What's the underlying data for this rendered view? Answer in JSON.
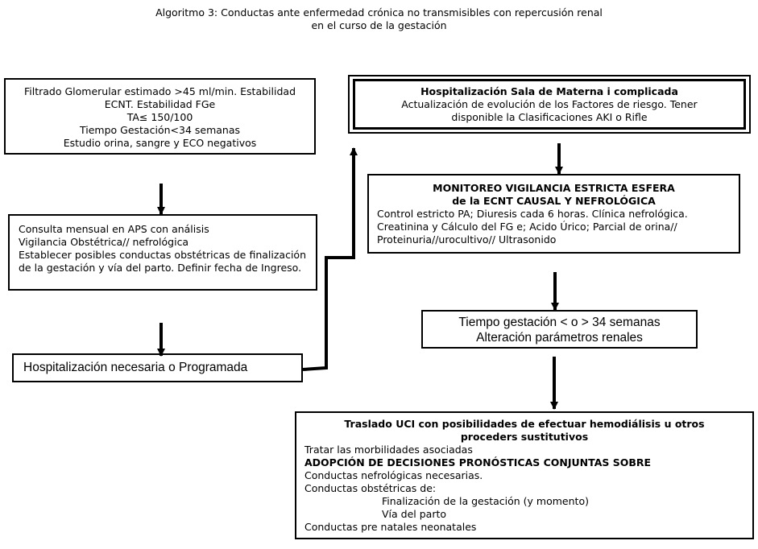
{
  "title": {
    "line1": "Algoritmo 3: Conductas  ante enfermedad crónica no transmisibles con repercusión renal",
    "line2": "en el curso de la gestación"
  },
  "box_criteria": {
    "lines": [
      "Filtrado Glomerular estimado >45 ml/min. Estabilidad",
      "ECNT. Estabilidad FGe",
      "TA≤ 150/100",
      "Tiempo Gestación<34 semanas",
      "Estudio orina, sangre y ECO negativos"
    ]
  },
  "box_consulta": {
    "line1": "Consulta mensual en APS con análisis",
    "line2": "Vigilancia Obstétrica// nefrológica",
    "paragraph": "Establecer posibles conductas obstétricas de finalización de la gestación y vía del parto. Definir fecha de Ingreso."
  },
  "box_hospitalizacion": {
    "text": "Hospitalización necesaria o Programada"
  },
  "box_sala": {
    "heading": "Hospitalización Sala de Materna i complicada",
    "line1": "Actualización de evolución de los Factores de riesgo. Tener",
    "line2": "disponible la Clasificaciones AKI o Rifle"
  },
  "box_monitoreo": {
    "heading1": "MONITOREO VIGILANCIA ESTRICTA  ESFERA",
    "heading2": "de la ECNT CAUSAL Y NEFROLÓGICA",
    "line1": "Control estricto PA; Diuresis cada 6 horas. Clínica nefrológica.",
    "line2": "Creatinina y Cálculo del FG e; Acido Úrico; Parcial de orina//",
    "line3": "Proteinuria//urocultivo// Ultrasonido"
  },
  "box_tiempo": {
    "line1": "Tiempo gestación < o > 34 semanas",
    "line2": "Alteración parámetros renales"
  },
  "box_traslado": {
    "heading1": "Traslado UCI con posibilidades de efectuar hemodiálisis u  otros",
    "heading2": "proceders sustitutivos",
    "line1": "Tratar las morbilidades asociadas",
    "bold_line": "ADOPCIÓN DE DECISIONES PRONÓSTICAS CONJUNTAS  SOBRE",
    "line2": "Conductas nefrológicas necesarias.",
    "line3": "Conductas obstétricas de:",
    "indent1": "Finalización de la gestación (y momento)",
    "indent2": "Vía del parto",
    "line4": "Conductas pre natales neonatales"
  }
}
